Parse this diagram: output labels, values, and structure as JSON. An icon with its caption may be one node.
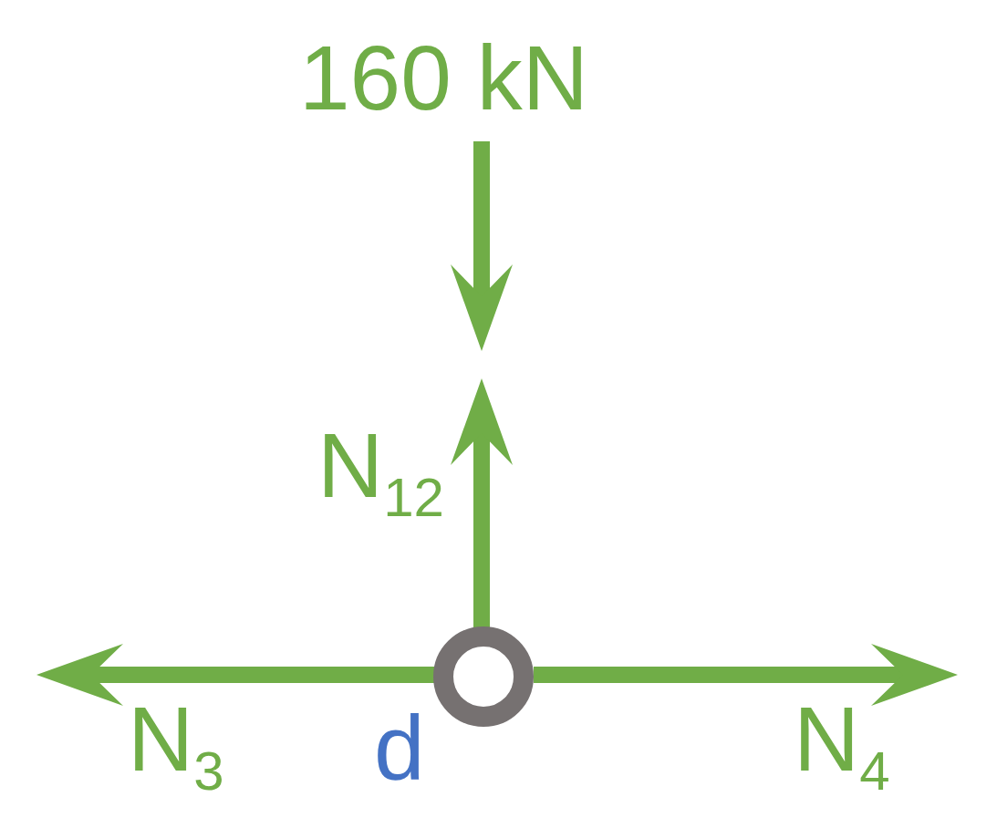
{
  "diagram": {
    "nodes": [
      {
        "text": [],
        "shape": "circle",
        "beside": [
          "d"
        ]
      }
    ],
    "labels": [
      "160 kN",
      "N$_{12}$",
      "N$_{3}$",
      "N$_{4}$"
    ]
  }
}
